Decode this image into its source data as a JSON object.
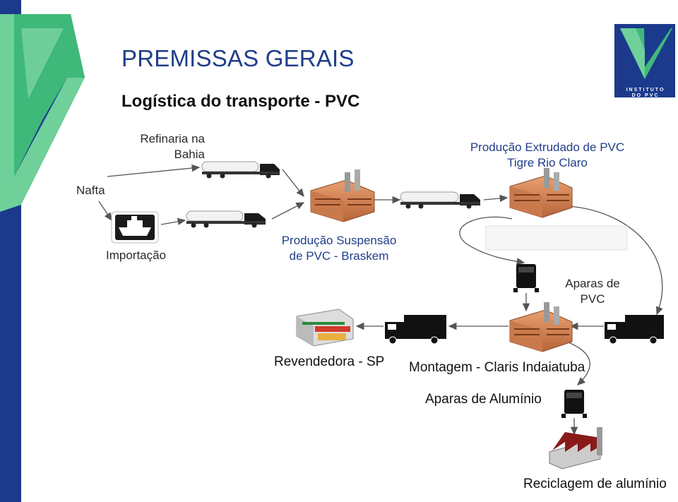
{
  "slide": {
    "title": "PREMISSAS GERAIS",
    "subtitle": "Logística do transporte - PVC"
  },
  "logo": {
    "text_line1": "INSTITUTO",
    "text_line2": "DO PVC",
    "colors": {
      "navy": "#1b3a8c",
      "green": "#3fb97a"
    }
  },
  "nodes": {
    "nafta": "Nafta",
    "refinaria_line1": "Refinaria na",
    "refinaria_line2": "Bahia",
    "importacao": "Importação",
    "braskem_line1": "Produção Suspensão",
    "braskem_line2": "de PVC - Braskem",
    "tigre_line1": "Produção Extrudado de PVC",
    "tigre_line2": "Tigre Rio Claro",
    "aparas_pvc_line1": "Aparas de",
    "aparas_pvc_line2": "PVC",
    "revendedora": "Revendedora - SP",
    "montagem": "Montagem - Claris Indaiatuba",
    "aparas_aluminio": "Aparas de Alumínio",
    "reciclagem": "Reciclagem de alumínio"
  },
  "icons": {
    "ship": "ship-icon",
    "tanker": "tanker-truck-icon",
    "factory": "factory-icon",
    "truck": "box-truck-icon",
    "container_truck": "container-truck-front-icon",
    "store": "store-icon",
    "recycling_plant": "recycling-plant-icon"
  },
  "colors": {
    "title": "#1f3d8a",
    "green_dark": "#1f8a4c",
    "green_light": "#6fd09a",
    "navy_bar": "#1b3a8c",
    "arrow": "#555555"
  }
}
